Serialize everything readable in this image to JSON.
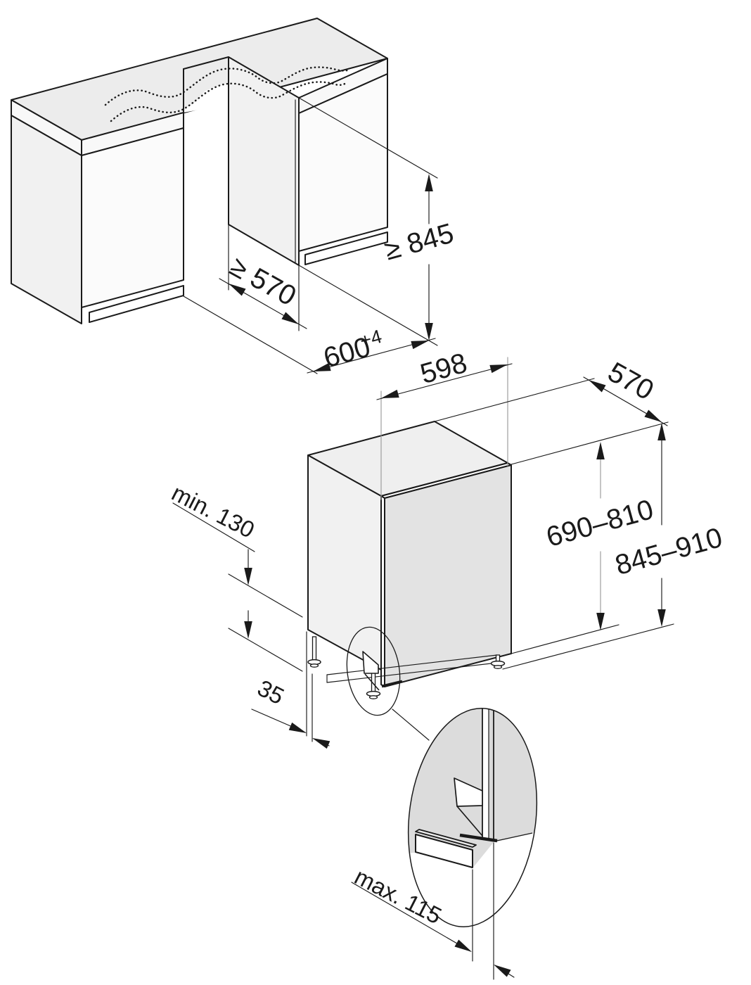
{
  "diagram": {
    "kind": "appliance-installation-dimension-drawing",
    "views": {
      "niche_view": "kitchen worktop with cabinets and building-in niche",
      "appliance_view": "built-under appliance with adjustable feet and plinth detail"
    }
  },
  "labels": {
    "niche_height": "≥ 845",
    "niche_depth": "≥ 570",
    "niche_width": "600",
    "niche_width_tolerance": "+4",
    "appliance_width": "598",
    "appliance_depth": "570",
    "door_panel_height": "690–810",
    "appliance_height": "845–910",
    "plinth_min_height": "min. 130",
    "panel_gap": "35",
    "panel_overhang_max": "max. 115"
  },
  "colors": {
    "line": "#1a1a1a",
    "dim_gray": "#9a9a9a",
    "fill_worktop": "#ececec",
    "fill_band": "#f8f8f8",
    "fill_side": "#f1f1f1",
    "fill_front": "#fbfbfb",
    "fill_top": "#efefef",
    "fill_door": "#e3e3e3",
    "fill_detail": "#dcdcdc",
    "fill_panelcut": "#d8d8d8"
  }
}
